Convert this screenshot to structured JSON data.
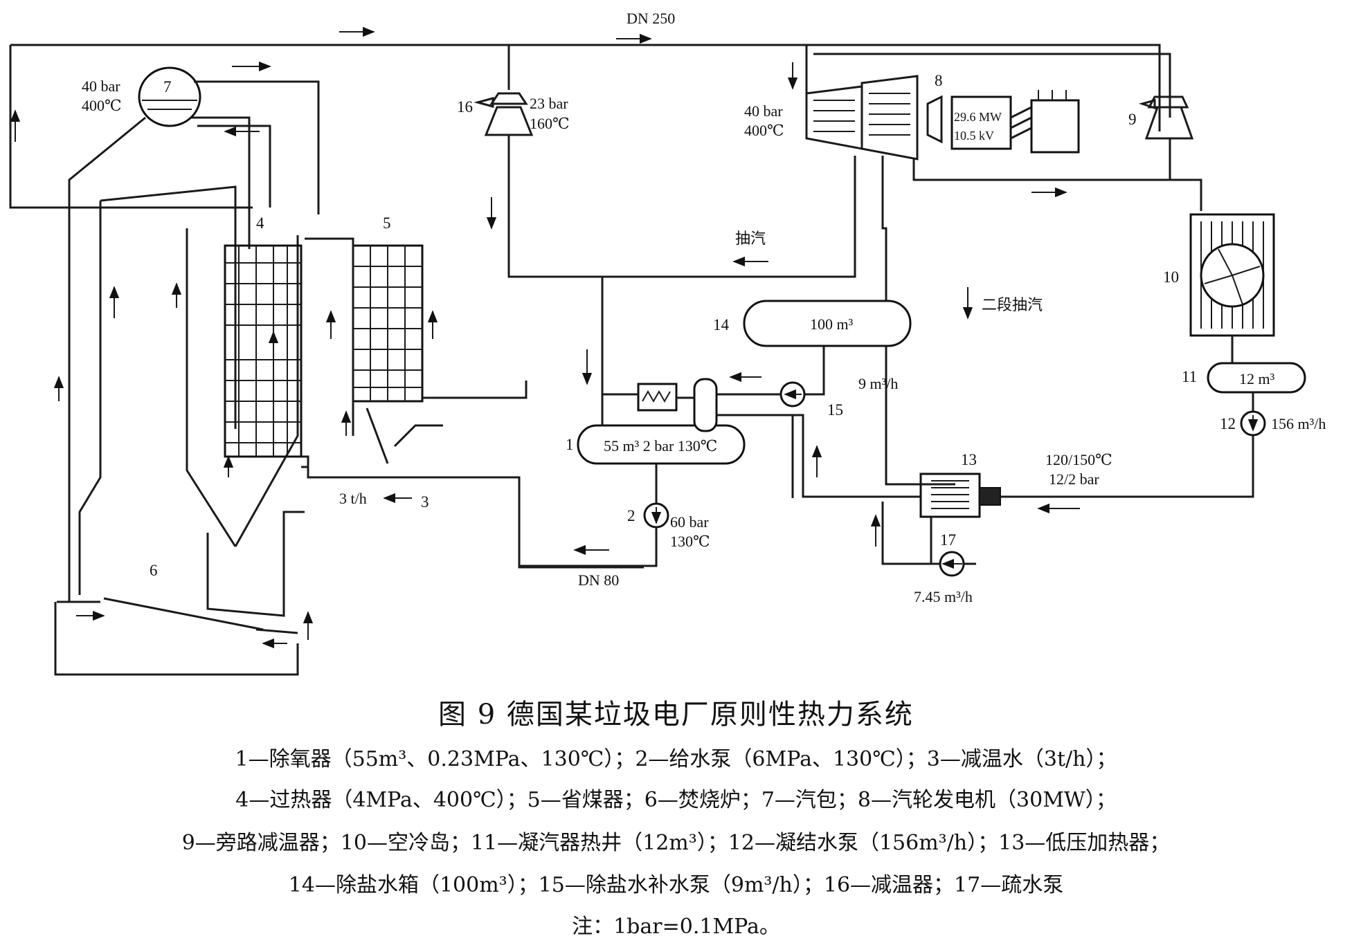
{
  "figure": {
    "title": "图 9 德国某垃圾电厂原则性热力系统",
    "legend_lines": [
      "1—除氧器（55m³、0.23MPa、130℃）；2—给水泵（6MPa、130℃）；3—减温水（3t/h）；",
      "4—过热器（4MPa、400℃）；5—省煤器；6—焚烧炉；7—汽包；8—汽轮发电机（30MW）；",
      "9—旁路减温器；10—空冷岛；11—凝汽器热井（12m³）；12—凝结水泵（156m³/h）；13—低压加热器；",
      "14—除盐水箱（100m³）；15—除盐水补水泵（9m³/h）；16—减温器；17—疏水泵",
      "注：1bar=0.1MPa。"
    ]
  },
  "diagram": {
    "main_pipe": "DN 250",
    "drum": {
      "number": "7",
      "pressure": "40 bar",
      "temperature": "400℃"
    },
    "superheater_number": "4",
    "economizer_number": "5",
    "furnace_number": "6",
    "desuperheater": {
      "number": "16",
      "pressure": "23 bar",
      "temperature": "160℃"
    },
    "turbine": {
      "number": "8",
      "pressure": "40 bar",
      "temperature": "400℃"
    },
    "generator": {
      "power": "29.6 MW",
      "voltage": "10.5 kV"
    },
    "bypass_number": "9",
    "extraction": "抽汽",
    "second_extraction": "二段抽汽",
    "aircooler_number": "10",
    "hotwell": {
      "number": "11",
      "volume": "12 m³"
    },
    "condensate_pump": {
      "number": "12",
      "flow": "156 m³/h"
    },
    "demin_tank": {
      "number": "14",
      "volume": "100 m³"
    },
    "makeup_pump": {
      "number": "15",
      "flow": "9 m³/h"
    },
    "deaerator": {
      "number": "1",
      "spec": "55 m³ 2 bar 130℃"
    },
    "feed_pump": {
      "number": "2",
      "pressure": "60 bar",
      "temperature": "130℃"
    },
    "feed_pipe": "DN 80",
    "spray_water": {
      "number": "3",
      "flow": "3 t/h"
    },
    "lp_heater": {
      "number": "13",
      "temperature": "120/150℃",
      "pressure": "12/2 bar"
    },
    "drain_pump": {
      "number": "17",
      "flow": "7.45 m³/h"
    }
  }
}
